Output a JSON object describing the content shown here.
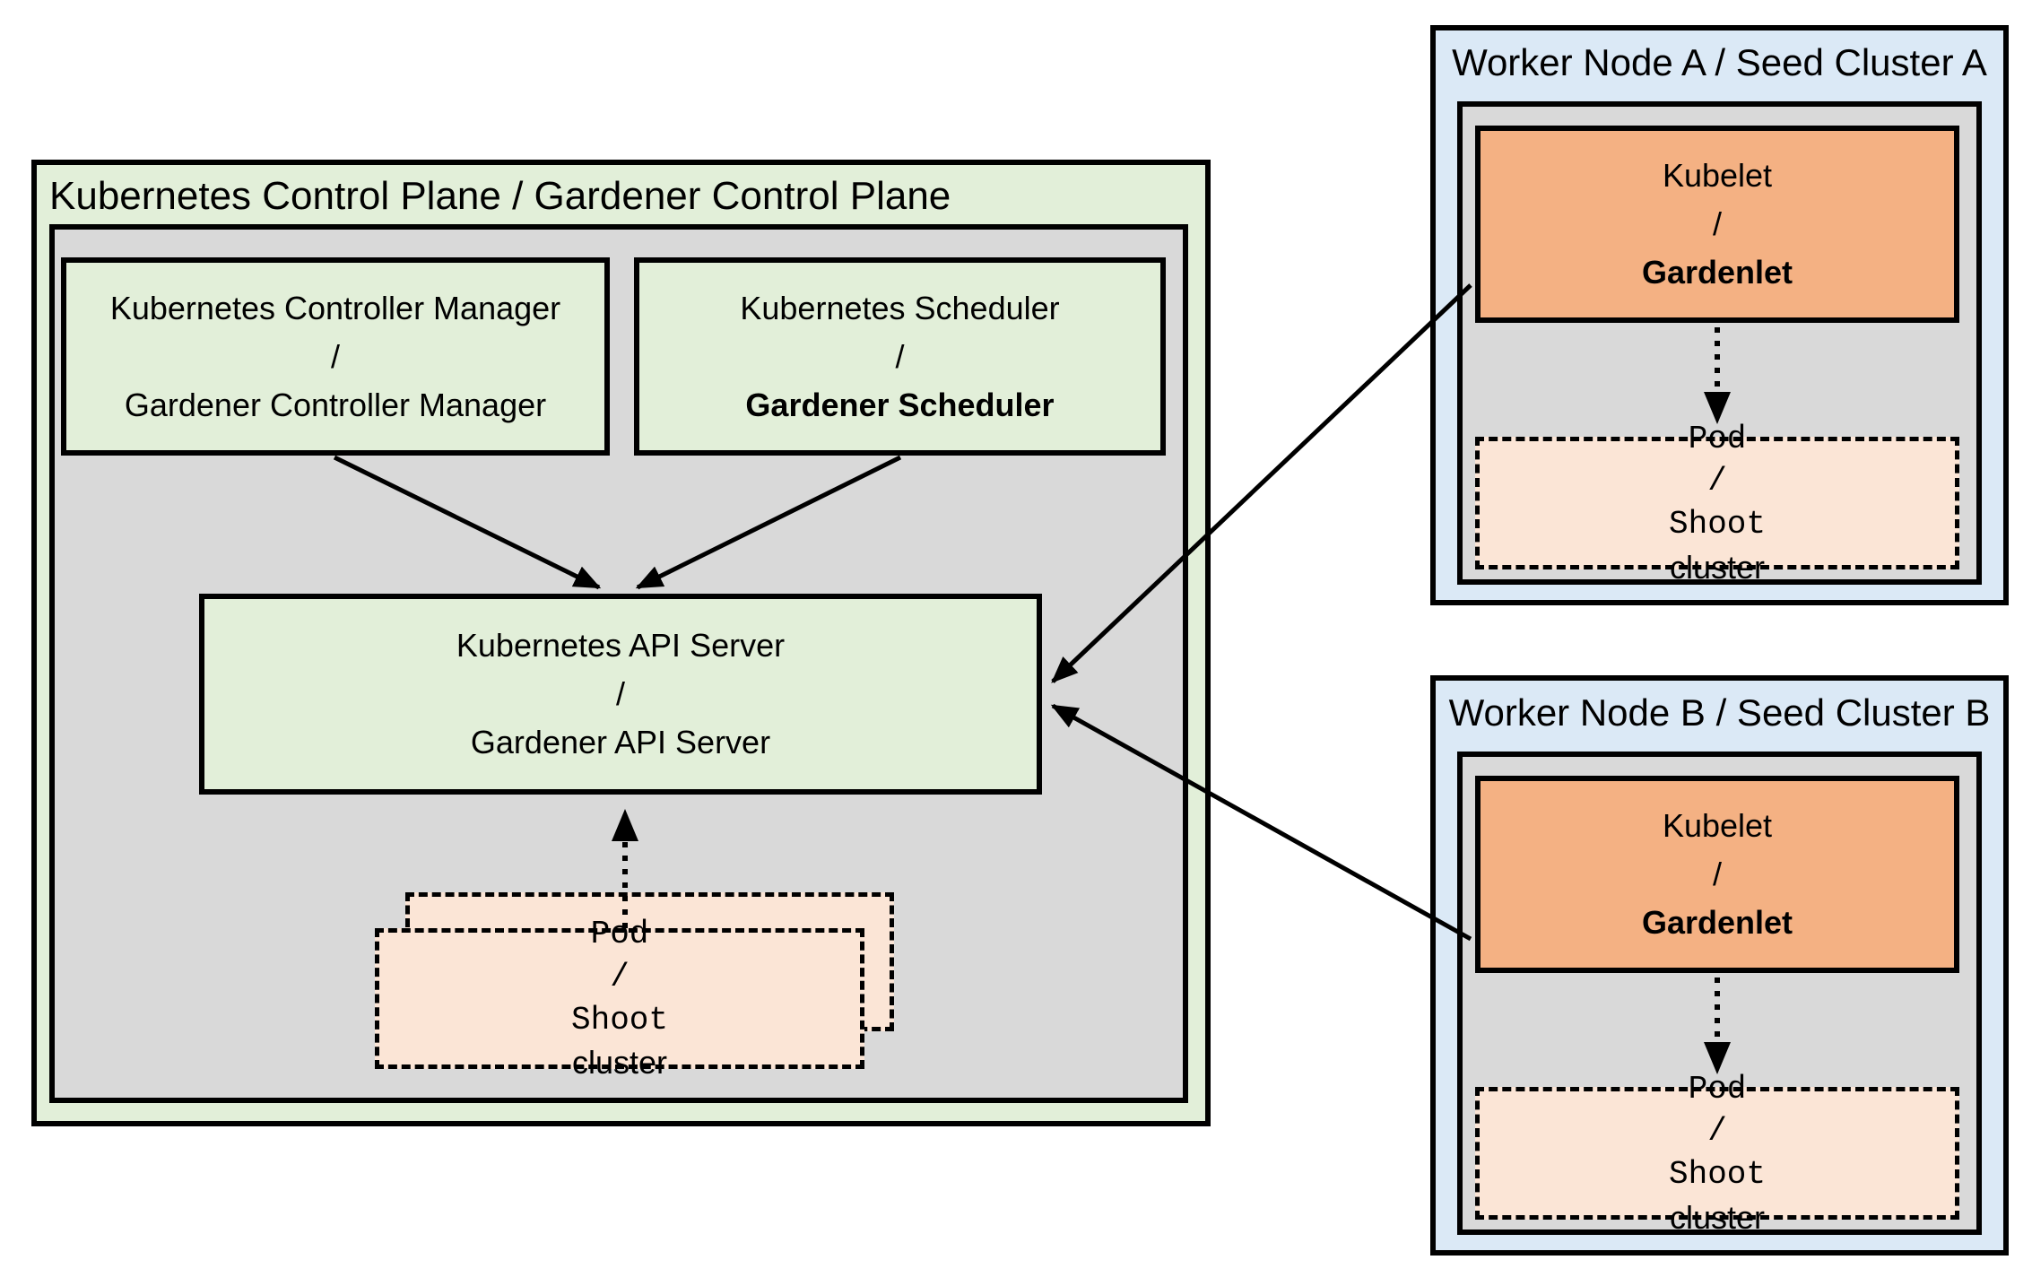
{
  "control_plane": {
    "title": "Kubernetes Control Plane / Gardener Control Plane",
    "controller_manager": {
      "line1": "Kubernetes Controller Manager",
      "line2": "/",
      "line3": "Gardener Controller Manager"
    },
    "scheduler": {
      "line1": "Kubernetes Scheduler",
      "line2": "/",
      "line3": "Gardener Scheduler"
    },
    "api_server": {
      "line1": "Kubernetes API Server",
      "line2": "/",
      "line3": "Gardener API Server"
    }
  },
  "workers": [
    {
      "title": "Worker Node A / Seed Cluster A",
      "kubelet": {
        "line1": "Kubelet",
        "line2": "/",
        "line3": "Gardenlet"
      }
    },
    {
      "title": "Worker Node B / Seed Cluster B",
      "kubelet": {
        "line1": "Kubelet",
        "line2": "/",
        "line3": "Gardenlet"
      }
    }
  ],
  "pod": {
    "line1": "Pod",
    "line2": "/",
    "line3_mono": "Shoot",
    "line3_sans": "cluster"
  },
  "connections": [
    {
      "from": "Kubernetes Controller Manager / Gardener Controller Manager",
      "to": "Kubernetes API Server / Gardener API Server",
      "style": "solid-arrow"
    },
    {
      "from": "Kubernetes Scheduler / Gardener Scheduler",
      "to": "Kubernetes API Server / Gardener API Server",
      "style": "solid-arrow"
    },
    {
      "from": "Pod / Shoot cluster (control plane)",
      "to": "Kubernetes API Server / Gardener API Server",
      "style": "dotted-arrow"
    },
    {
      "from": "Kubelet / Gardenlet (Worker Node A)",
      "to": "Kubernetes API Server / Gardener API Server",
      "style": "solid-arrow"
    },
    {
      "from": "Kubelet / Gardenlet (Worker Node B)",
      "to": "Kubernetes API Server / Gardener API Server",
      "style": "solid-arrow"
    },
    {
      "from": "Kubelet / Gardenlet (Worker Node A)",
      "to": "Pod / Shoot cluster (Worker Node A)",
      "style": "dotted-arrow"
    },
    {
      "from": "Kubelet / Gardenlet (Worker Node B)",
      "to": "Pod / Shoot cluster (Worker Node B)",
      "style": "dotted-arrow"
    }
  ],
  "colors": {
    "light_green": "#e2efd9",
    "gray": "#d9d9d9",
    "light_blue": "#dbe9f6",
    "orange": "#f4b183",
    "peach": "#fbe5d6",
    "line": "#000000",
    "background": "#ffffff"
  }
}
